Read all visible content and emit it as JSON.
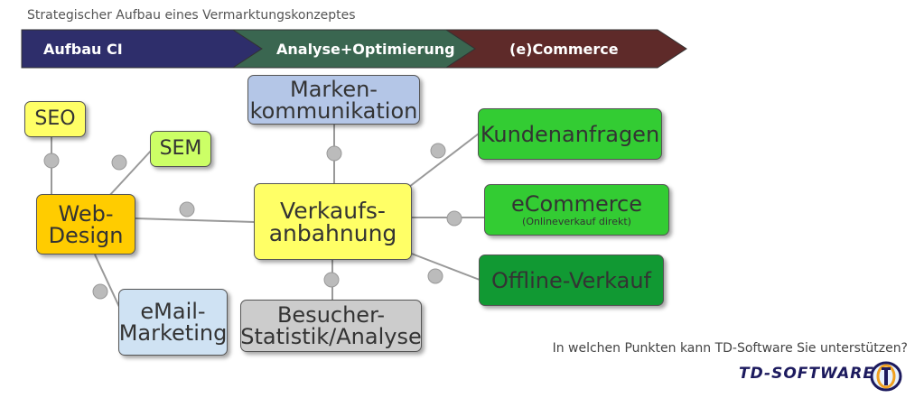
{
  "header": {
    "title": "Strategischer Aufbau eines Vermarktungskonzeptes"
  },
  "banner": [
    {
      "label": "Aufbau CI",
      "color": "#2e2e6b"
    },
    {
      "label": "Analyse+Optimierung",
      "color": "#3a6650"
    },
    {
      "label": "(e)Commerce",
      "color": "#5e2a29"
    }
  ],
  "nodes": {
    "seo": {
      "label": "SEO",
      "color": "#ffff66"
    },
    "sem": {
      "label": "SEM",
      "color": "#ccff66"
    },
    "webdesign": {
      "label": "Web-\nDesign",
      "color": "#ffcc00"
    },
    "email": {
      "label": "eMail-\nMarketing",
      "color": "#cfe2f3"
    },
    "marken": {
      "label": "Marken-\nkommunikation",
      "color": "#b4c6e7"
    },
    "verkauf": {
      "label": "Verkaufs-\nanbahnung",
      "color": "#ffff66"
    },
    "besucher": {
      "label": "Besucher-\nStatistik/Analyse",
      "color": "#cccccc"
    },
    "kunden": {
      "label": "Kundenanfragen",
      "color": "#33cc33"
    },
    "ecommerce": {
      "label": "eCommerce",
      "sublabel": "(Onlineverkauf direkt)",
      "color": "#33cc33"
    },
    "offline": {
      "label": "Offline-Verkauf",
      "color": "#119933"
    }
  },
  "footer": {
    "question": "In welchen Punkten kann TD-Software Sie unterstützen?",
    "logo_text": "TD-SOFTWARE"
  }
}
